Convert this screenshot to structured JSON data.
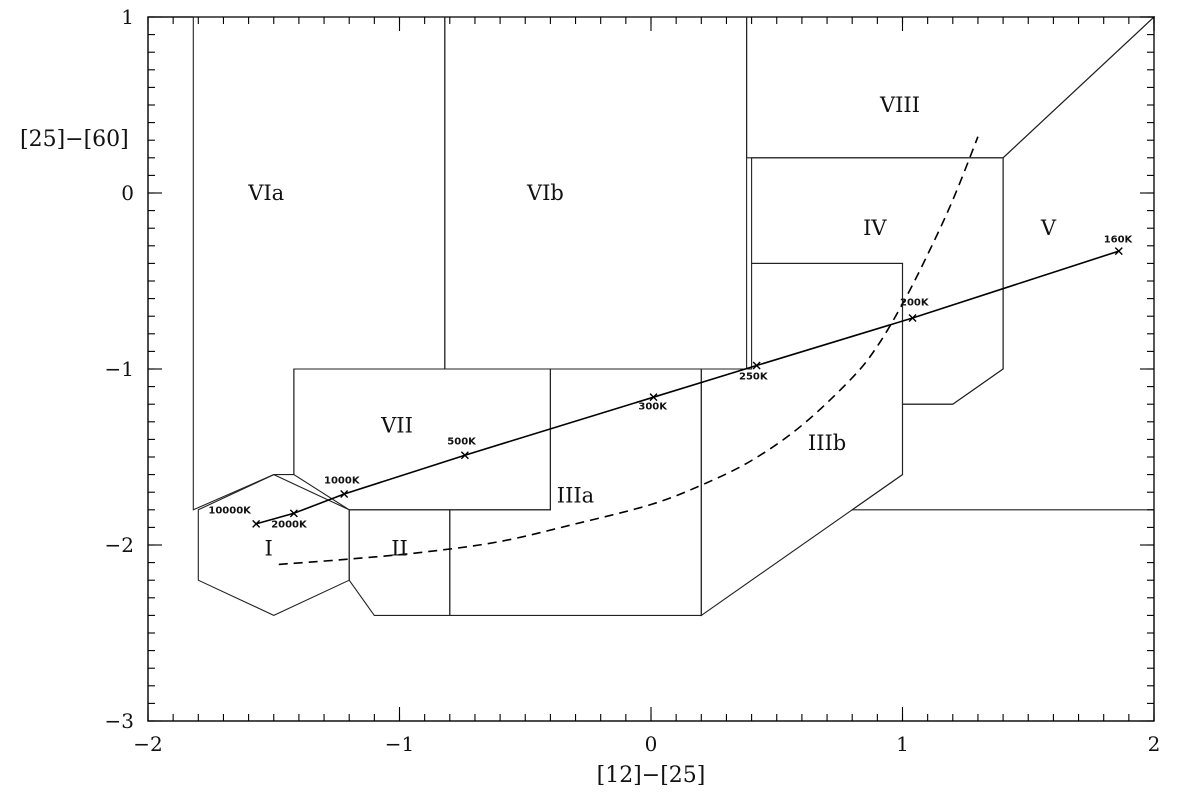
{
  "chart_data": {
    "type": "line",
    "xlabel": "[12]−[25]",
    "ylabel": "[25]−[60]",
    "xlim": [
      -2,
      2
    ],
    "ylim": [
      -3,
      1
    ],
    "grid": false,
    "x_ticks": [
      {
        "value": -2,
        "label": "−2"
      },
      {
        "value": -1,
        "label": "−1"
      },
      {
        "value": 0,
        "label": "0"
      },
      {
        "value": 1,
        "label": "1"
      },
      {
        "value": 2,
        "label": "2"
      }
    ],
    "y_ticks": [
      {
        "value": 1,
        "label": "1"
      },
      {
        "value": 0,
        "label": "0"
      },
      {
        "value": -1,
        "label": "−1"
      },
      {
        "value": -2,
        "label": "−2"
      },
      {
        "value": -3,
        "label": "−3"
      }
    ],
    "regions": [
      {
        "label": "I",
        "label_at": [
          -1.52,
          -2.02
        ],
        "polygon": [
          [
            -1.8,
            -1.8
          ],
          [
            -1.5,
            -1.6
          ],
          [
            -1.2,
            -1.8
          ],
          [
            -1.2,
            -2.2
          ],
          [
            -1.5,
            -2.4
          ],
          [
            -1.8,
            -2.2
          ]
        ]
      },
      {
        "label": "II",
        "label_at": [
          -1.0,
          -2.02
        ],
        "polygon": [
          [
            -1.2,
            -1.8
          ],
          [
            -0.8,
            -1.8
          ],
          [
            -0.8,
            -2.4
          ],
          [
            -1.1,
            -2.4
          ],
          [
            -1.2,
            -2.2
          ]
        ]
      },
      {
        "label": "IIIa",
        "label_at": [
          -0.3,
          -1.72
        ],
        "polygon": [
          [
            -0.8,
            -1.8
          ],
          [
            -0.4,
            -1.8
          ],
          [
            -0.4,
            -1.0
          ],
          [
            0.2,
            -1.0
          ],
          [
            0.2,
            -2.4
          ],
          [
            -0.8,
            -2.4
          ]
        ]
      },
      {
        "label": "IIIb",
        "label_at": [
          0.7,
          -1.42
        ],
        "polygon": [
          [
            0.2,
            -1.0
          ],
          [
            0.4,
            -1.0
          ],
          [
            0.4,
            -0.4
          ],
          [
            1.0,
            -0.4
          ],
          [
            1.0,
            -1.6
          ],
          [
            0.2,
            -2.4
          ]
        ]
      },
      {
        "label": "IV",
        "label_at": [
          0.89,
          -0.2
        ],
        "polygon": [
          [
            0.4,
            0.2
          ],
          [
            1.4,
            0.2
          ],
          [
            1.4,
            -1.0
          ],
          [
            1.2,
            -1.2
          ],
          [
            1.0,
            -1.2
          ],
          [
            1.0,
            -0.4
          ],
          [
            0.4,
            -0.4
          ]
        ]
      },
      {
        "label": "V",
        "label_at": [
          1.58,
          -0.2
        ],
        "polygon": [
          [
            1.4,
            0.2
          ],
          [
            2.0,
            1.0
          ],
          [
            2.0,
            -1.8
          ],
          [
            0.8,
            -1.8
          ],
          [
            1.0,
            -1.6
          ],
          [
            1.0,
            -1.2
          ],
          [
            1.2,
            -1.2
          ],
          [
            1.4,
            -1.0
          ]
        ]
      },
      {
        "label": "VIa",
        "label_at": [
          -1.53,
          0.0
        ],
        "polygon": [
          [
            -1.82,
            1.0
          ],
          [
            -0.82,
            1.0
          ],
          [
            -0.82,
            -1.0
          ],
          [
            -1.42,
            -1.0
          ],
          [
            -1.42,
            -1.6
          ],
          [
            -1.5,
            -1.6
          ],
          [
            -1.82,
            -1.8
          ]
        ]
      },
      {
        "label": "VIb",
        "label_at": [
          -0.42,
          0.0
        ],
        "polygon": [
          [
            -0.82,
            1.0
          ],
          [
            0.38,
            1.0
          ],
          [
            0.38,
            -1.0
          ],
          [
            -0.82,
            -1.0
          ]
        ]
      },
      {
        "label": "VII",
        "label_at": [
          -1.01,
          -1.32
        ],
        "polygon": [
          [
            -1.42,
            -1.0
          ],
          [
            -0.4,
            -1.0
          ],
          [
            -0.4,
            -1.8
          ],
          [
            -1.2,
            -1.8
          ],
          [
            -1.42,
            -1.6
          ]
        ]
      },
      {
        "label": "VIII",
        "label_at": [
          0.99,
          0.5
        ],
        "polygon": [
          [
            0.38,
            1.0
          ],
          [
            2.0,
            1.0
          ],
          [
            1.4,
            0.2
          ],
          [
            0.38,
            0.2
          ]
        ]
      }
    ],
    "series": [
      {
        "style": "solid",
        "marker": "x",
        "x": [
          -1.57,
          -1.42,
          -1.22,
          -0.74,
          0.01,
          0.42,
          1.04,
          1.86
        ],
        "y": [
          -1.88,
          -1.82,
          -1.71,
          -1.49,
          -1.16,
          -0.98,
          -0.71,
          -0.33
        ],
        "point_labels": [
          {
            "text": "10000K",
            "at": [
              -1.76,
              -1.82
            ]
          },
          {
            "text": "2000K",
            "at": [
              -1.51,
              -1.9
            ]
          },
          {
            "text": "1000K",
            "at": [
              -1.3,
              -1.65
            ]
          },
          {
            "text": "500K",
            "at": [
              -0.81,
              -1.43
            ]
          },
          {
            "text": "300K",
            "at": [
              -0.05,
              -1.23
            ]
          },
          {
            "text": "250K",
            "at": [
              0.35,
              -1.06
            ]
          },
          {
            "text": "200K",
            "at": [
              0.99,
              -0.64
            ]
          },
          {
            "text": "160K",
            "at": [
              1.8,
              -0.28
            ]
          }
        ]
      },
      {
        "style": "dashed",
        "marker": "none",
        "x": [
          -1.48,
          -1.2,
          -0.9,
          -0.6,
          -0.3,
          0.0,
          0.2,
          0.4,
          0.6,
          0.8,
          0.9,
          1.0,
          1.1,
          1.2,
          1.3
        ],
        "y": [
          -2.11,
          -2.08,
          -2.04,
          -1.98,
          -1.88,
          -1.77,
          -1.66,
          -1.52,
          -1.32,
          -1.05,
          -0.87,
          -0.63,
          -0.35,
          -0.04,
          0.32
        ]
      }
    ]
  }
}
